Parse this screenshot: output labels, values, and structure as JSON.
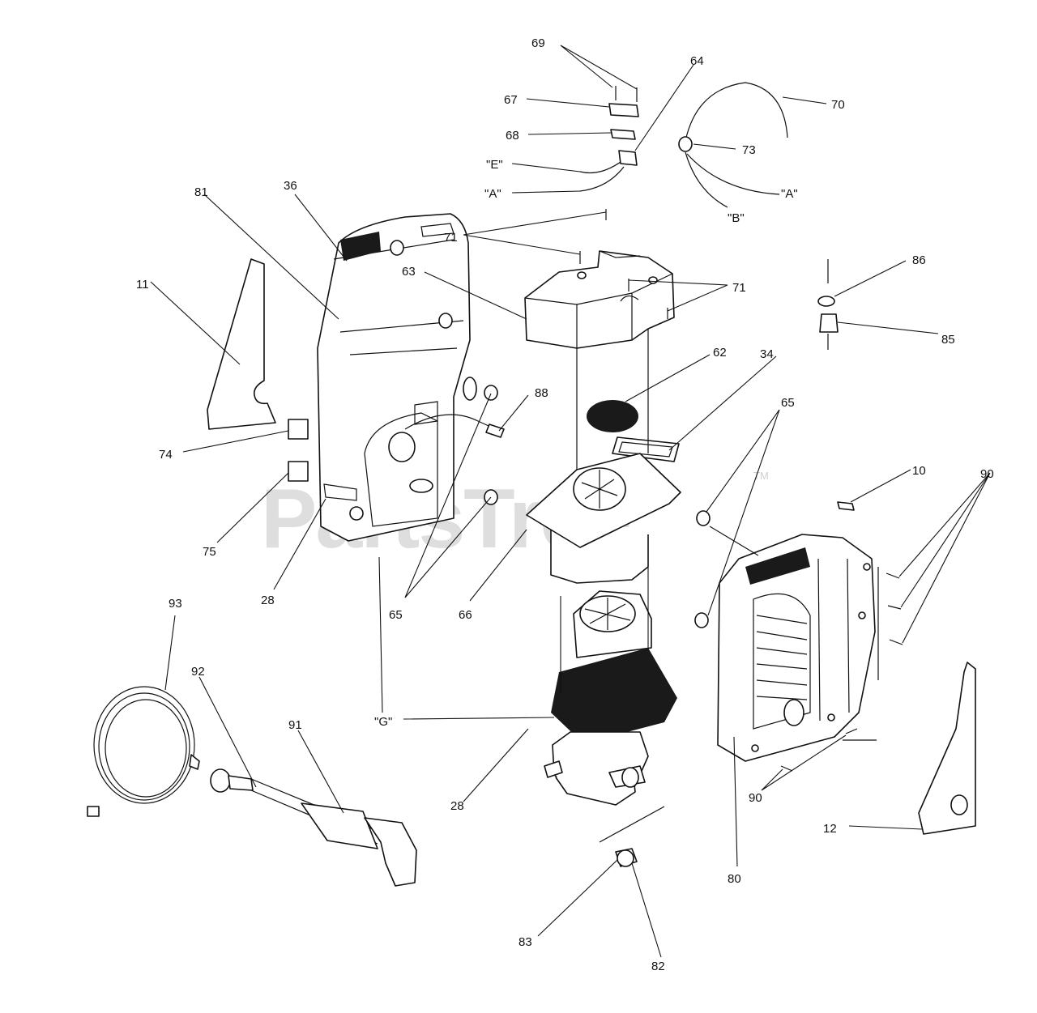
{
  "watermark": {
    "brand": "PartsTree",
    "tm": "TM"
  },
  "callouts": {
    "c69": "69",
    "c64": "64",
    "c67": "67",
    "c68": "68",
    "c70": "70",
    "c73": "73",
    "cE": "\"E\"",
    "cA1": "\"A\"",
    "cA2": "\"A\"",
    "cB": "\"B\"",
    "c81": "81",
    "c36": "36",
    "c71a": "71",
    "c71b": "71",
    "c63": "63",
    "c86": "86",
    "c85": "85",
    "c62": "62",
    "c34": "34",
    "c11": "11",
    "c88": "88",
    "c65a": "65",
    "c65b": "65",
    "c10": "10",
    "c90a": "90",
    "c74": "74",
    "c75": "75",
    "c28a": "28",
    "c66": "66",
    "c93": "93",
    "c92": "92",
    "c91": "91",
    "cG": "\"G\"",
    "c28b": "28",
    "c90b": "90",
    "c12": "12",
    "c80": "80",
    "c83": "83",
    "c82": "82"
  }
}
